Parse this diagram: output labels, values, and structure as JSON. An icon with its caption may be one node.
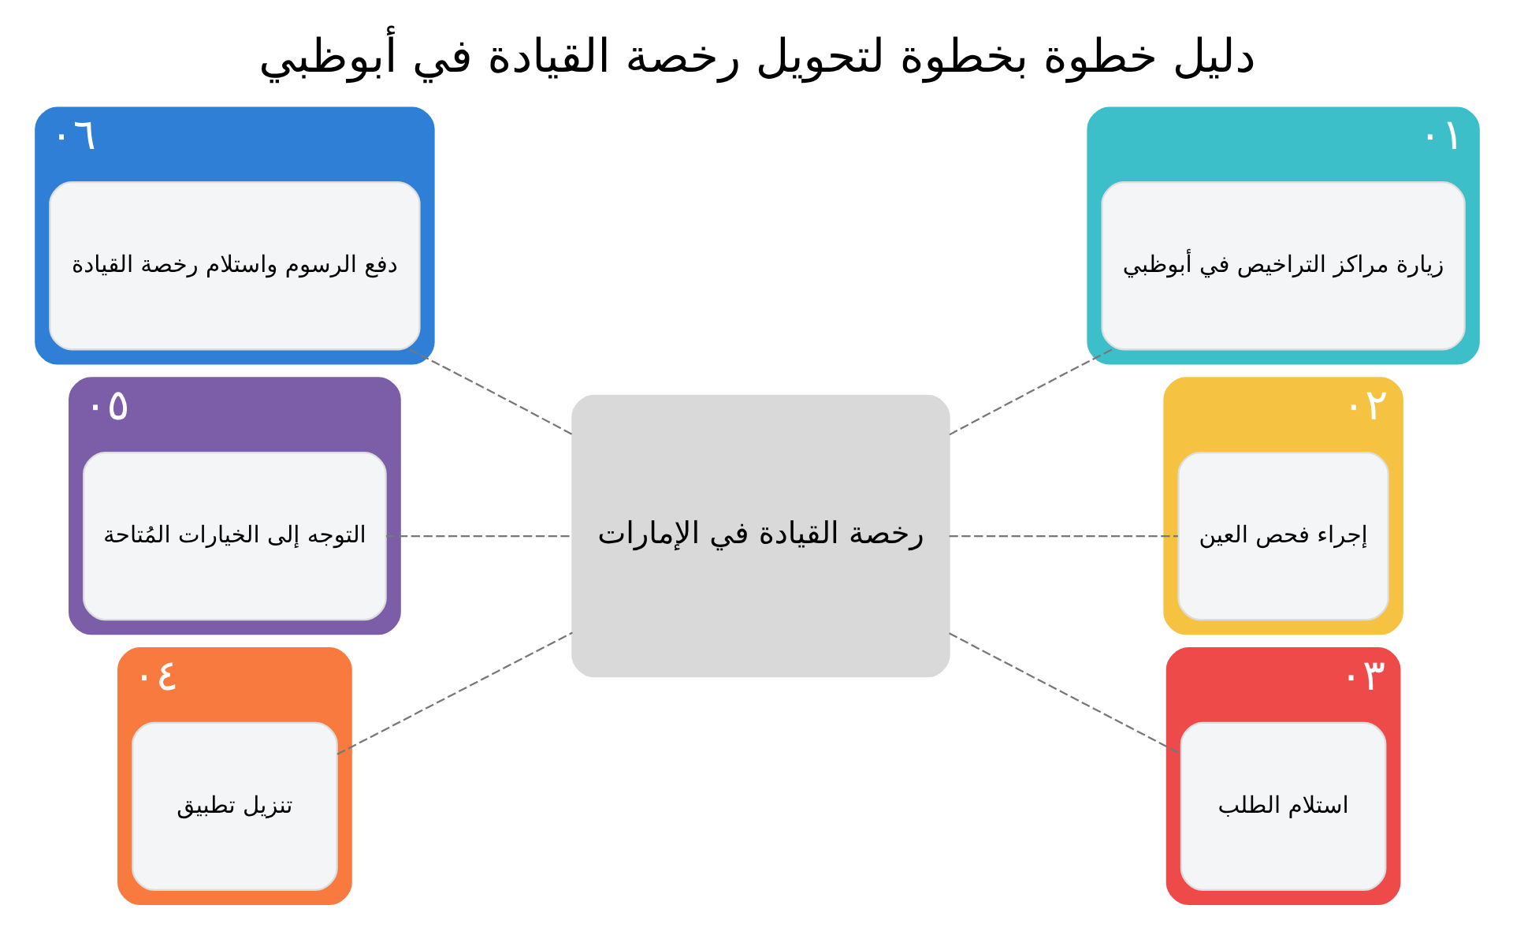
{
  "diagram": {
    "title": "دليل خطوة بخطوة لتحويل رخصة القيادة في أبوظبي",
    "nodes": [
      {
        "text": [
          "٠١"
        ]
      },
      {
        "text": [
          "زيارة مراكز التراخيص في أبوظبي"
        ],
        "in": 0
      },
      {
        "text": [
          "٠٢"
        ]
      },
      {
        "text": [
          "إجراء فحص العين"
        ],
        "in": 2
      },
      {
        "text": [
          "٠٣"
        ]
      },
      {
        "text": [
          "استلام الطلب"
        ],
        "in": 4
      },
      {
        "text": [
          "٠٤"
        ]
      },
      {
        "text": [
          "تنزيل تطبيق"
        ],
        "in": 6
      },
      {
        "text": [
          "٠٥"
        ]
      },
      {
        "text": [
          "التوجه إلى الخيارات المُتاحة"
        ],
        "in": 8
      },
      {
        "text": [
          "٠٦"
        ]
      },
      {
        "text": [
          "دفع الرسوم واستلام رخصة القيادة"
        ],
        "in": 10
      },
      {
        "text": [
          "رخصة القيادة في الإمارات"
        ]
      }
    ],
    "edges": [
      {
        "from": 12,
        "to": 1,
        "arrow": "none",
        "style": "dashed"
      },
      {
        "from": 12,
        "to": 3,
        "arrow": "none",
        "style": "dashed"
      },
      {
        "from": 12,
        "to": 5,
        "arrow": "none",
        "style": "dashed"
      },
      {
        "from": 7,
        "to": 12,
        "arrow": "none",
        "style": "dashed"
      },
      {
        "from": 9,
        "to": 12,
        "arrow": "none",
        "style": "dashed"
      },
      {
        "from": 11,
        "to": 12,
        "arrow": "none",
        "style": "dashed"
      }
    ]
  }
}
